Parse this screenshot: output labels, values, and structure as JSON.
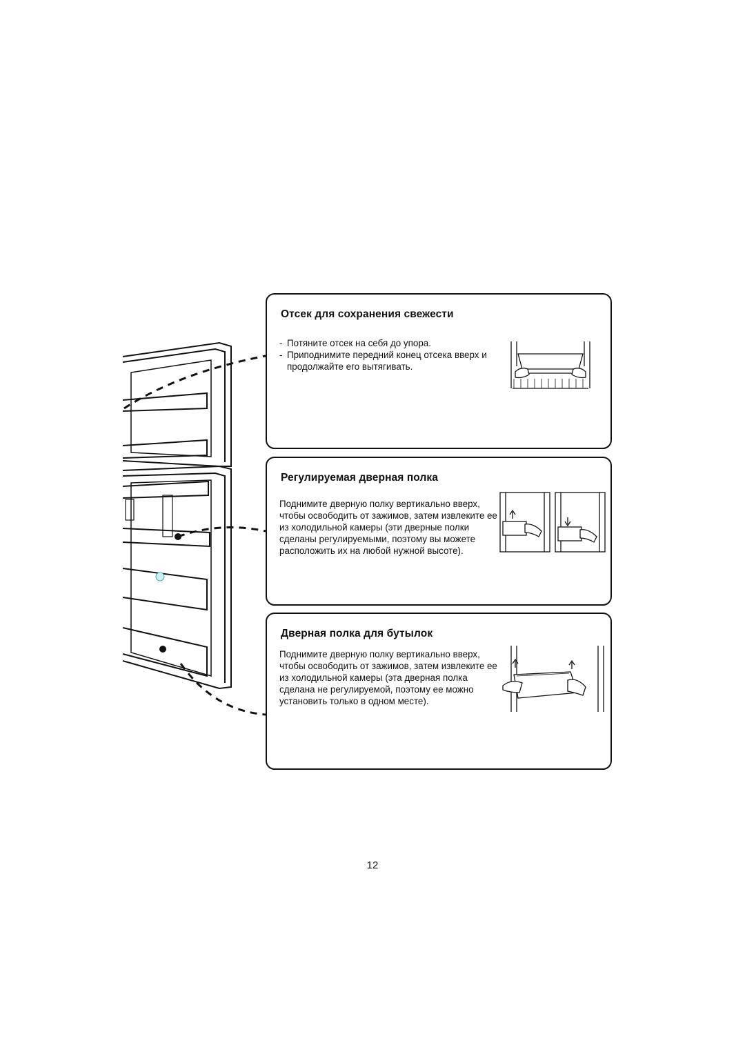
{
  "sections": [
    {
      "title": "Отсек для сохранения свежести",
      "items": [
        "Потяните отсек на себя до упора.",
        "Приподнимите передний конец отсека вверх и продолжайте его вытягивать."
      ]
    },
    {
      "title": "Регулируемая дверная полка",
      "text": "Поднимите дверную полку вертикально вверх, чтобы освободить от зажимов, затем извлеките ее из холодильной камеры (эти дверные полки сделаны регулируемыми, поэтому вы можете расположить их на любой нужной высоте)."
    },
    {
      "title": "Дверная полка для бутылок",
      "text": "Поднимите дверную полку вертикально вверх, чтобы освободить от зажимов, затем извлеките ее из холодильной камеры (эта дверная полка сделана не регулируемой, поэтому ее можно установить только в одном месте)."
    }
  ],
  "bullet_marker": "-",
  "page_number": "12"
}
